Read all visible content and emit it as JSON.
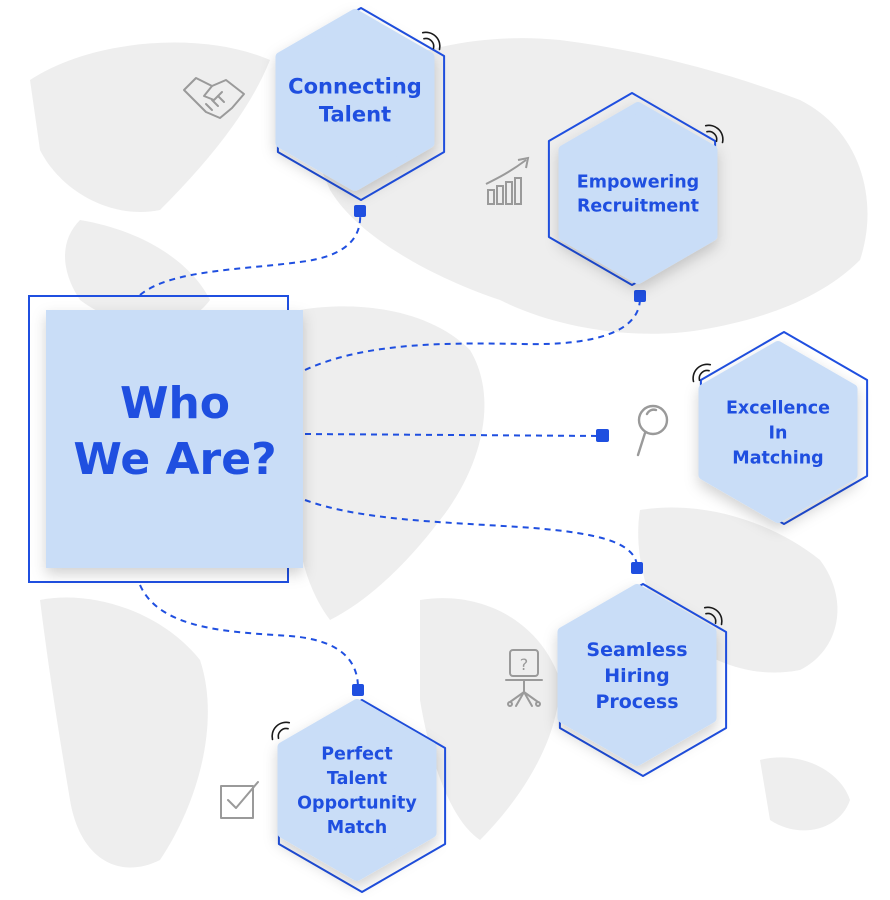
{
  "center": {
    "line1": "Who",
    "line2": "We Are?"
  },
  "nodes": [
    {
      "id": "connecting-talent",
      "lines": [
        "Connecting",
        "Talent"
      ],
      "icon": "handshake-icon"
    },
    {
      "id": "empowering-recruitment",
      "lines": [
        "Empowering",
        "Recruitment"
      ],
      "icon": "growth-chart-icon"
    },
    {
      "id": "excellence-in-matching",
      "lines": [
        "Excellence",
        "In",
        "Matching"
      ],
      "icon": "magnifier-icon"
    },
    {
      "id": "seamless-hiring-process",
      "lines": [
        "Seamless",
        "Hiring",
        "Process"
      ],
      "icon": "chair-question-icon"
    },
    {
      "id": "perfect-talent-opportunity-match",
      "lines": [
        "Perfect",
        "Talent",
        "Opportunity",
        "Match"
      ],
      "icon": "checkbox-icon"
    }
  ],
  "colors": {
    "accent": "#1f4fe0",
    "fill": "#c9ddf7",
    "map": "#eeeeee",
    "icon": "#9a9a9a"
  }
}
